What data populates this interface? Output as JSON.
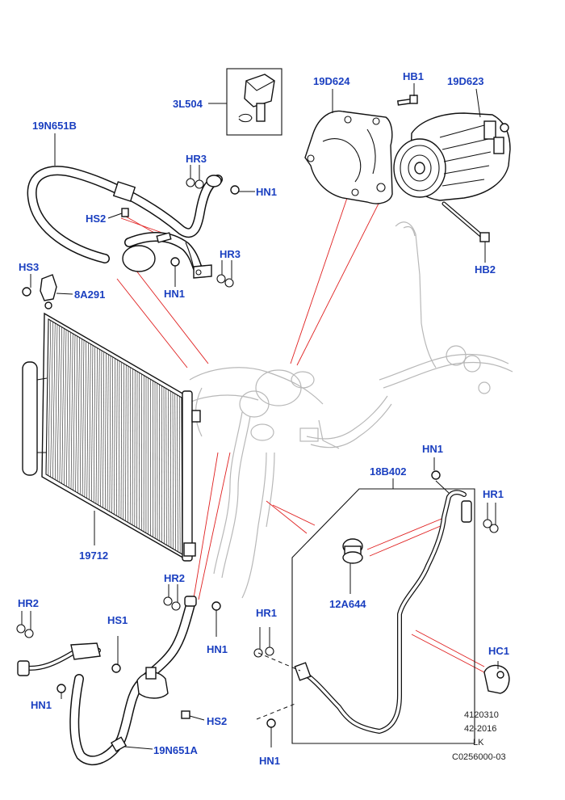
{
  "callouts": {
    "c_3L504": "3L504",
    "c_19D624": "19D624",
    "c_HB1": "HB1",
    "c_19D623": "19D623",
    "c_19N651B": "19N651B",
    "c_HR3_a": "HR3",
    "c_HN1_a": "HN1",
    "c_HS2_a": "HS2",
    "c_HR3_b": "HR3",
    "c_HN1_b": "HN1",
    "c_HB2": "HB2",
    "c_HS3": "HS3",
    "c_8A291": "8A291",
    "c_HN1_c": "HN1",
    "c_18B402": "18B402",
    "c_HR1_a": "HR1",
    "c_19712": "19712",
    "c_12A644": "12A644",
    "c_HR2_a": "HR2",
    "c_HR2_b": "HR2",
    "c_HN1_d": "HN1",
    "c_HS1": "HS1",
    "c_HR1_b": "HR1",
    "c_HC1": "HC1",
    "c_HN1_e": "HN1",
    "c_HS2_b": "HS2",
    "c_19N651A": "19N651A",
    "c_HN1_f": "HN1"
  },
  "reference": {
    "line1": "4120310",
    "line2": "42-2016",
    "line3": "LK",
    "line4": "C0256000-03"
  },
  "colors": {
    "callout": "#1a3fc0",
    "leader_red": "#e02020",
    "ghost": "#b8b8b8"
  }
}
